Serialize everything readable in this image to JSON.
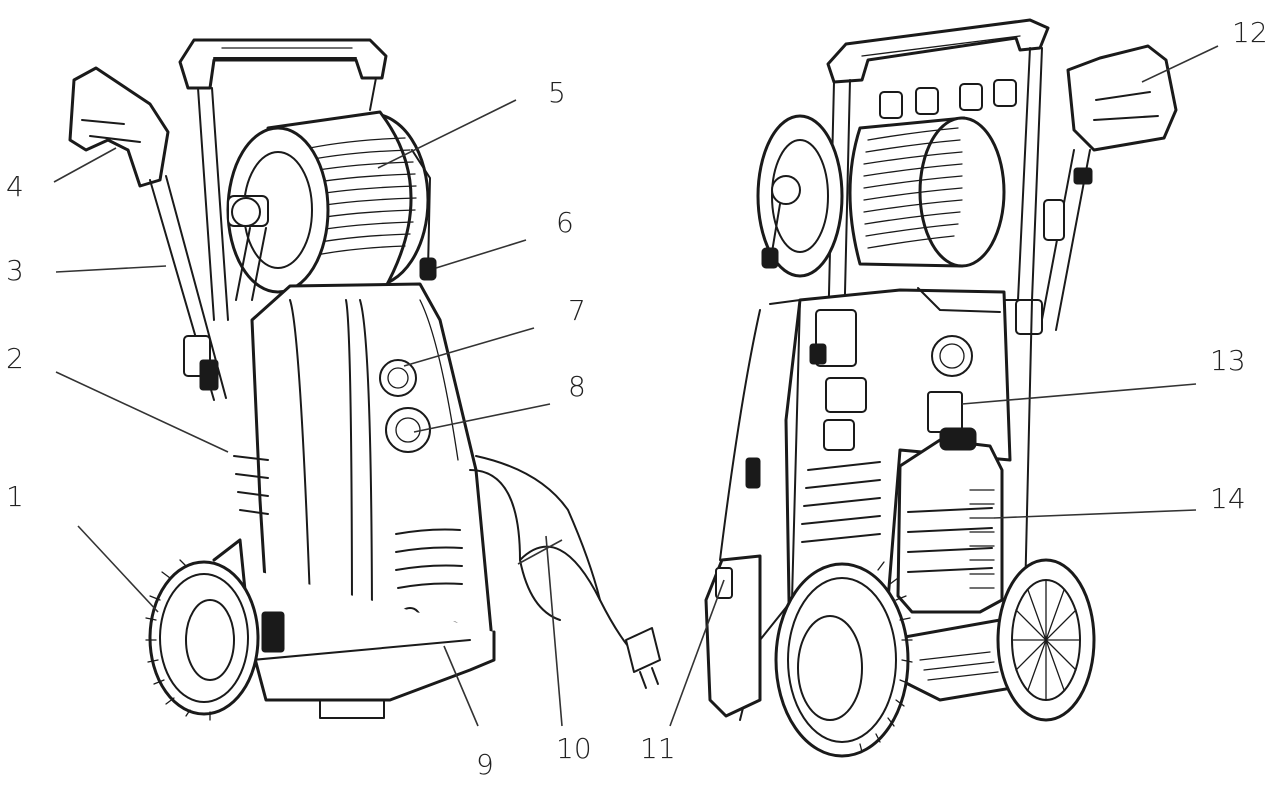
{
  "callouts": [
    {
      "id": "1",
      "text": "1"
    },
    {
      "id": "2",
      "text": "2"
    },
    {
      "id": "3",
      "text": "3"
    },
    {
      "id": "4",
      "text": "4"
    },
    {
      "id": "5",
      "text": "5"
    },
    {
      "id": "6",
      "text": "6"
    },
    {
      "id": "7",
      "text": "7"
    },
    {
      "id": "8",
      "text": "8"
    },
    {
      "id": "9",
      "text": "9"
    },
    {
      "id": "10",
      "text": "10"
    },
    {
      "id": "11",
      "text": "11"
    },
    {
      "id": "12",
      "text": "12"
    },
    {
      "id": "13",
      "text": "13"
    },
    {
      "id": "14",
      "text": "14"
    }
  ],
  "colors": {
    "ink": "#1a1a1a",
    "background": "#ffffff",
    "label": "#222222"
  }
}
